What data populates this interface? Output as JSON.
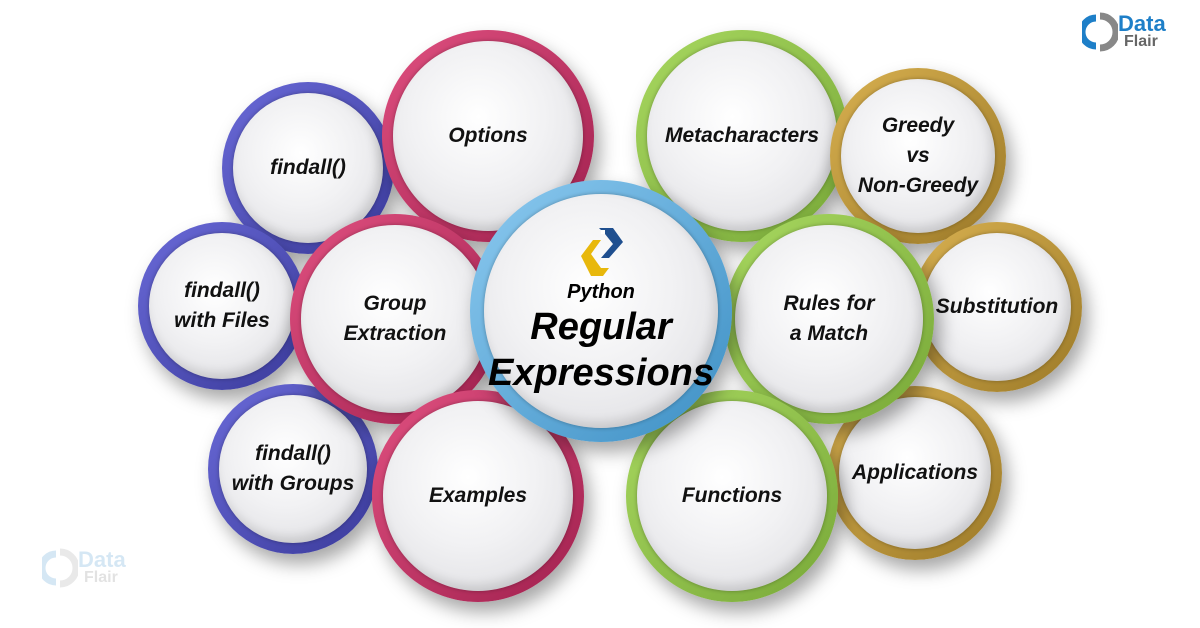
{
  "brand": {
    "line1": "Data",
    "line2": "Flair"
  },
  "center": {
    "line1": "Python",
    "line2": "Regular",
    "line3": "Expressions"
  },
  "nodes": {
    "findall": [
      "findall()"
    ],
    "options": [
      "Options"
    ],
    "metacharacters": [
      "Metacharacters"
    ],
    "greedy": [
      "Greedy",
      "vs",
      "Non-Greedy"
    ],
    "files": [
      "findall()",
      "with Files"
    ],
    "group_extraction": [
      "Group",
      "Extraction"
    ],
    "rules": [
      "Rules for",
      "a Match"
    ],
    "substitution": [
      "Substitution"
    ],
    "groups": [
      "findall()",
      "with Groups"
    ],
    "examples": [
      "Examples"
    ],
    "functions": [
      "Functions"
    ],
    "applications": [
      "Applications"
    ]
  },
  "colors": {
    "blue": "#4a4ab8",
    "pink": "#c8336a",
    "green": "#8cc63f",
    "gold": "#b8913a",
    "center": "#5aa8d8"
  }
}
